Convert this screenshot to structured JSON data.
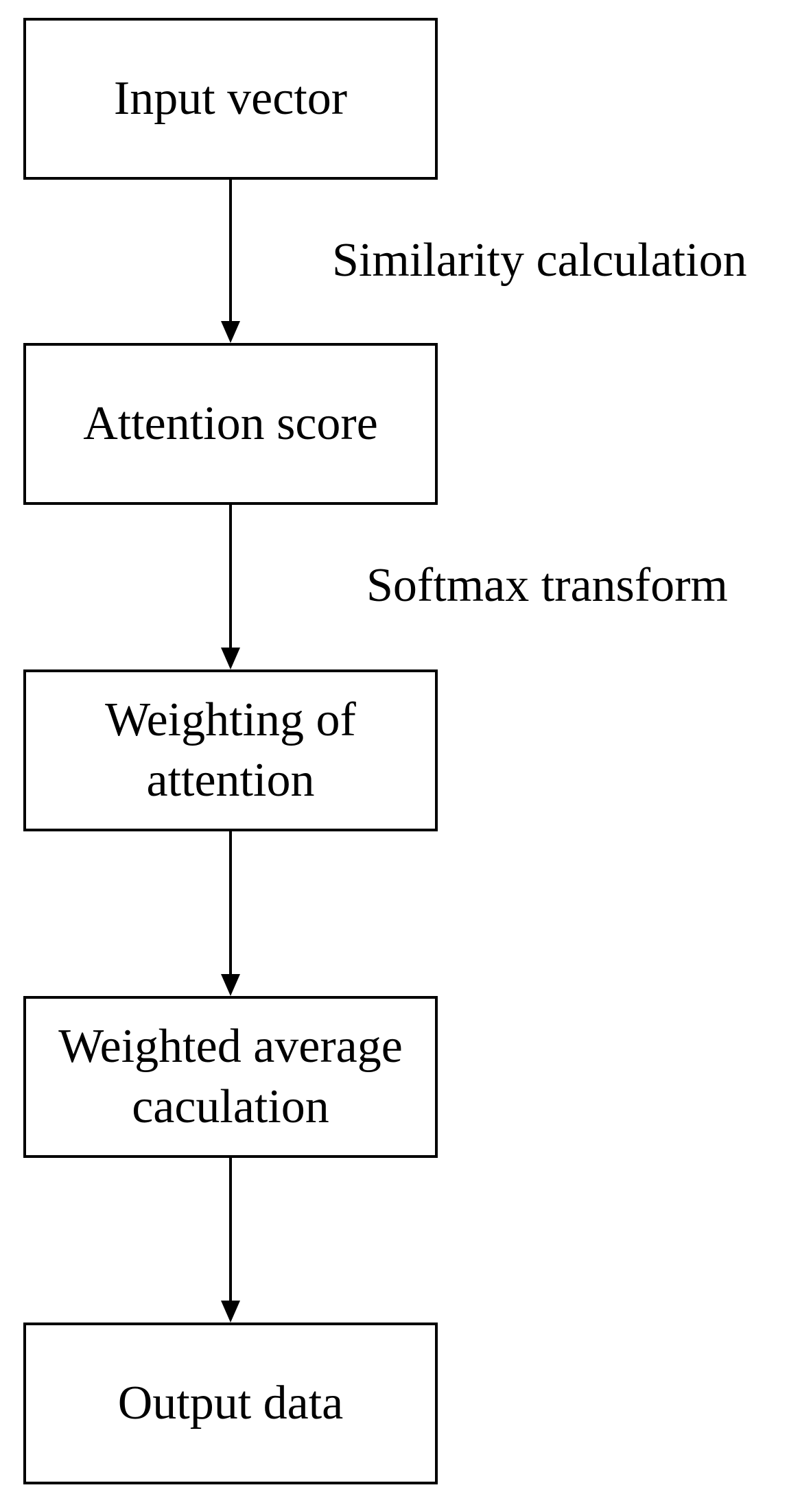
{
  "diagram": {
    "nodes": [
      {
        "id": "input",
        "label": "Input vector"
      },
      {
        "id": "score",
        "label": "Attention score"
      },
      {
        "id": "weighting",
        "label": "Weighting of\nattention"
      },
      {
        "id": "average",
        "label": "Weighted average\ncaculation"
      },
      {
        "id": "output",
        "label": "Output data"
      }
    ],
    "edges": [
      {
        "from": "input",
        "to": "score",
        "label": "Similarity calculation"
      },
      {
        "from": "score",
        "to": "weighting",
        "label": "Softmax transform"
      },
      {
        "from": "weighting",
        "to": "average",
        "label": ""
      },
      {
        "from": "average",
        "to": "output",
        "label": ""
      }
    ]
  }
}
